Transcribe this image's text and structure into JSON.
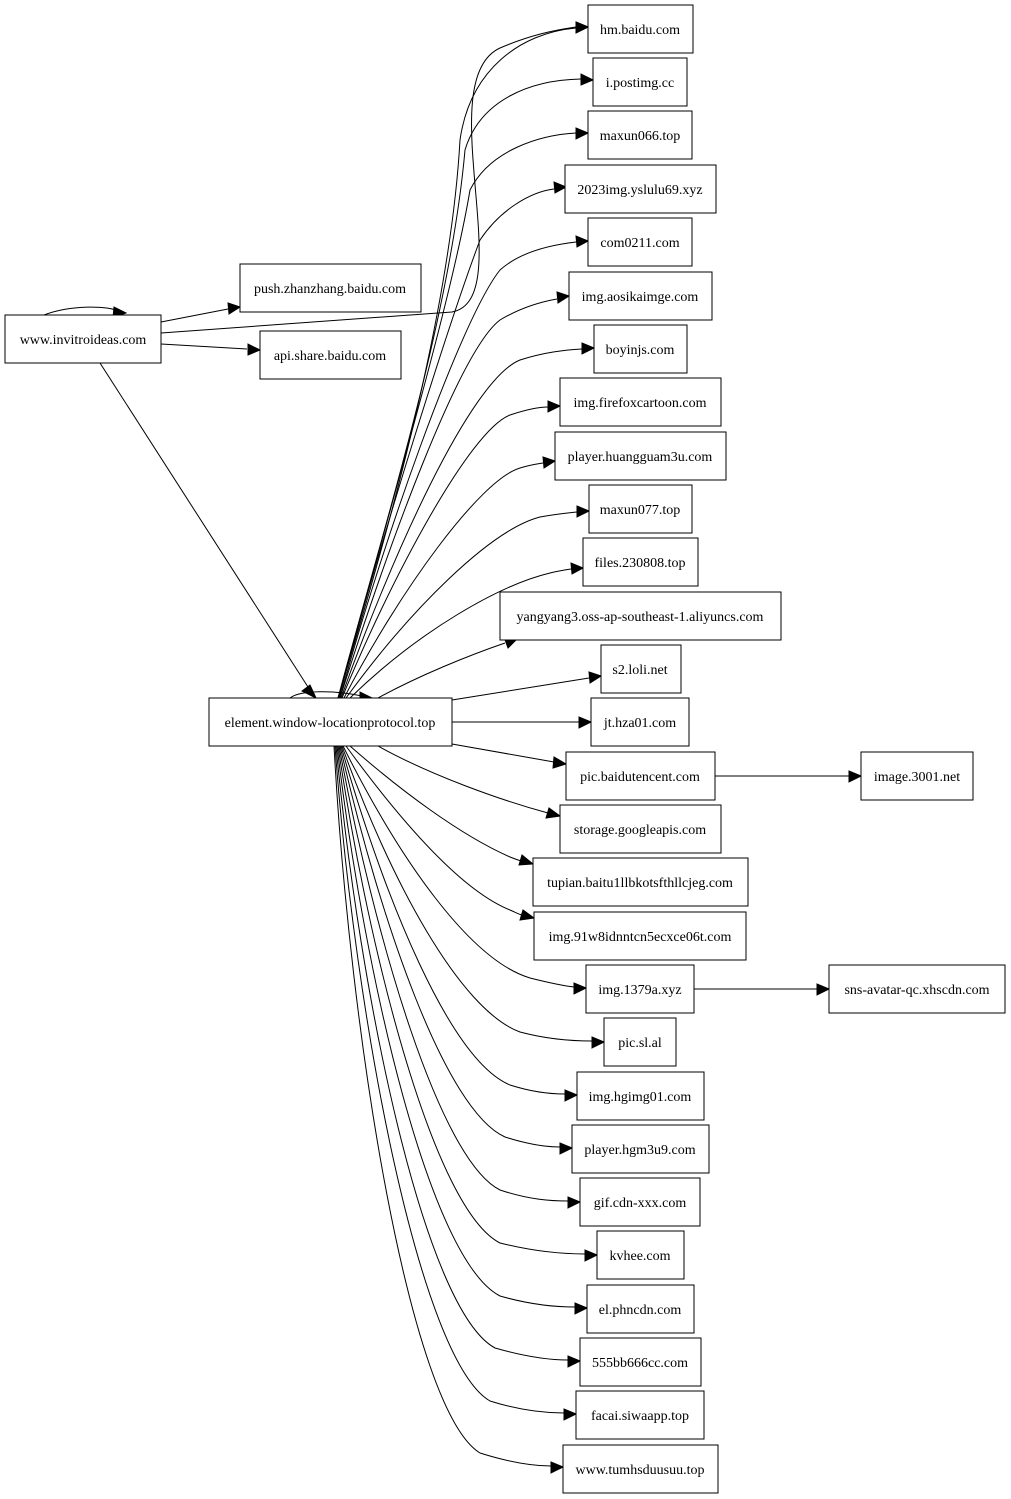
{
  "graph": {
    "nodes": {
      "root": "www.invitroideas.com",
      "push": "push.zhanzhang.baidu.com",
      "api": "api.share.baidu.com",
      "hub": "element.window-locationprotocol.top",
      "hm": "hm.baidu.com",
      "postimg": "i.postimg.cc",
      "maxun066": "maxun066.top",
      "yslulu": "2023img.yslulu69.xyz",
      "com0211": "com0211.com",
      "aosikaimge": "img.aosikaimge.com",
      "boyinjs": "boyinjs.com",
      "firefoxcartoon": "img.firefoxcartoon.com",
      "huangguam": "player.huangguam3u.com",
      "maxun077": "maxun077.top",
      "files": "files.230808.top",
      "yangyang": "yangyang3.oss-ap-southeast-1.aliyuncs.com",
      "loli": "s2.loli.net",
      "hza01": "jt.hza01.com",
      "baidutencent": "pic.baidutencent.com",
      "image3001": "image.3001.net",
      "googleapis": "storage.googleapis.com",
      "baitu": "tupian.baitu1llbkotsfthllcjeg.com",
      "img91": "img.91w8idnntcn5ecxce06t.com",
      "img1379": "img.1379a.xyz",
      "xhscdn": "sns-avatar-qc.xhscdn.com",
      "picsl": "pic.sl.al",
      "hgimg": "img.hgimg01.com",
      "hgm": "player.hgm3u9.com",
      "gifcdn": "gif.cdn-xxx.com",
      "kvhee": "kvhee.com",
      "phncdn": "el.phncdn.com",
      "bb666": "555bb666cc.com",
      "facai": "facai.siwaapp.top",
      "tumhs": "www.tumhsduusuu.top"
    },
    "edges": [
      [
        "root",
        "root"
      ],
      [
        "root",
        "push"
      ],
      [
        "root",
        "api"
      ],
      [
        "root",
        "hub"
      ],
      [
        "root",
        "hm"
      ],
      [
        "hub",
        "hub"
      ],
      [
        "hub",
        "hm"
      ],
      [
        "hub",
        "postimg"
      ],
      [
        "hub",
        "maxun066"
      ],
      [
        "hub",
        "yslulu"
      ],
      [
        "hub",
        "com0211"
      ],
      [
        "hub",
        "aosikaimge"
      ],
      [
        "hub",
        "boyinjs"
      ],
      [
        "hub",
        "firefoxcartoon"
      ],
      [
        "hub",
        "huangguam"
      ],
      [
        "hub",
        "maxun077"
      ],
      [
        "hub",
        "files"
      ],
      [
        "hub",
        "yangyang"
      ],
      [
        "hub",
        "loli"
      ],
      [
        "hub",
        "hza01"
      ],
      [
        "hub",
        "baidutencent"
      ],
      [
        "hub",
        "googleapis"
      ],
      [
        "hub",
        "baitu"
      ],
      [
        "hub",
        "img91"
      ],
      [
        "hub",
        "img1379"
      ],
      [
        "hub",
        "picsl"
      ],
      [
        "hub",
        "hgimg"
      ],
      [
        "hub",
        "hgm"
      ],
      [
        "hub",
        "gifcdn"
      ],
      [
        "hub",
        "kvhee"
      ],
      [
        "hub",
        "phncdn"
      ],
      [
        "hub",
        "bb666"
      ],
      [
        "hub",
        "facai"
      ],
      [
        "hub",
        "tumhs"
      ],
      [
        "baidutencent",
        "image3001"
      ],
      [
        "img1379",
        "xhscdn"
      ]
    ]
  }
}
